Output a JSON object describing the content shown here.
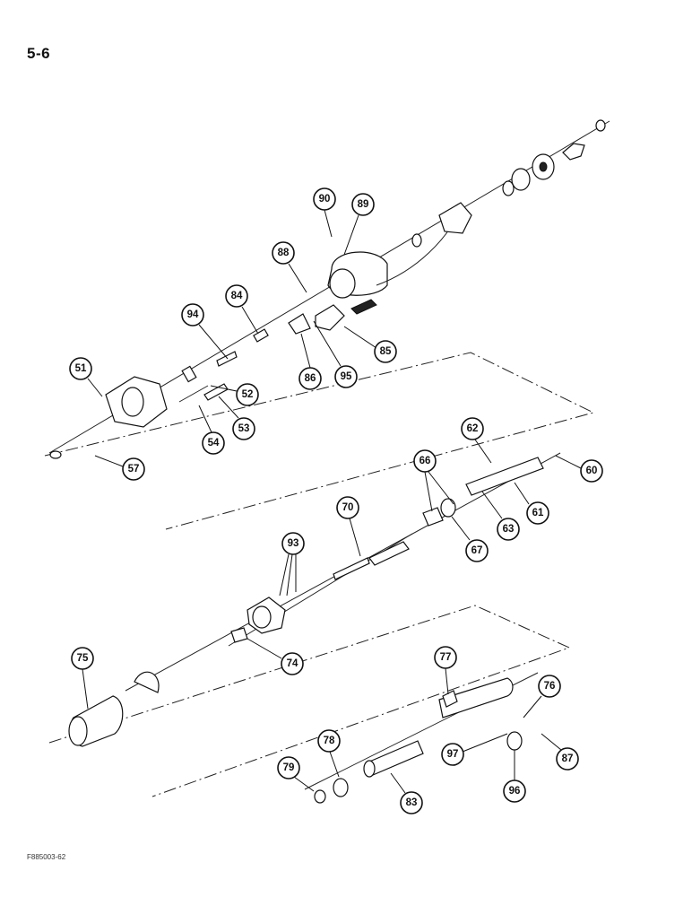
{
  "page": {
    "number": "5-6",
    "figure_code": "F885003-62"
  },
  "callouts": [
    {
      "id": "51",
      "label": "51"
    },
    {
      "id": "52",
      "label": "52"
    },
    {
      "id": "53",
      "label": "53"
    },
    {
      "id": "54",
      "label": "54"
    },
    {
      "id": "57",
      "label": "57"
    },
    {
      "id": "60",
      "label": "60"
    },
    {
      "id": "61",
      "label": "61"
    },
    {
      "id": "62",
      "label": "62"
    },
    {
      "id": "63",
      "label": "63"
    },
    {
      "id": "66",
      "label": "66"
    },
    {
      "id": "67",
      "label": "67"
    },
    {
      "id": "70",
      "label": "70"
    },
    {
      "id": "74",
      "label": "74"
    },
    {
      "id": "75",
      "label": "75"
    },
    {
      "id": "76",
      "label": "76"
    },
    {
      "id": "77",
      "label": "77"
    },
    {
      "id": "78",
      "label": "78"
    },
    {
      "id": "79",
      "label": "79"
    },
    {
      "id": "83",
      "label": "83"
    },
    {
      "id": "84",
      "label": "84"
    },
    {
      "id": "85",
      "label": "85"
    },
    {
      "id": "86",
      "label": "86"
    },
    {
      "id": "87",
      "label": "87"
    },
    {
      "id": "88",
      "label": "88"
    },
    {
      "id": "89",
      "label": "89"
    },
    {
      "id": "90",
      "label": "90"
    },
    {
      "id": "93",
      "label": "93"
    },
    {
      "id": "94",
      "label": "94"
    },
    {
      "id": "95",
      "label": "95"
    },
    {
      "id": "96",
      "label": "96"
    },
    {
      "id": "97",
      "label": "97"
    }
  ]
}
